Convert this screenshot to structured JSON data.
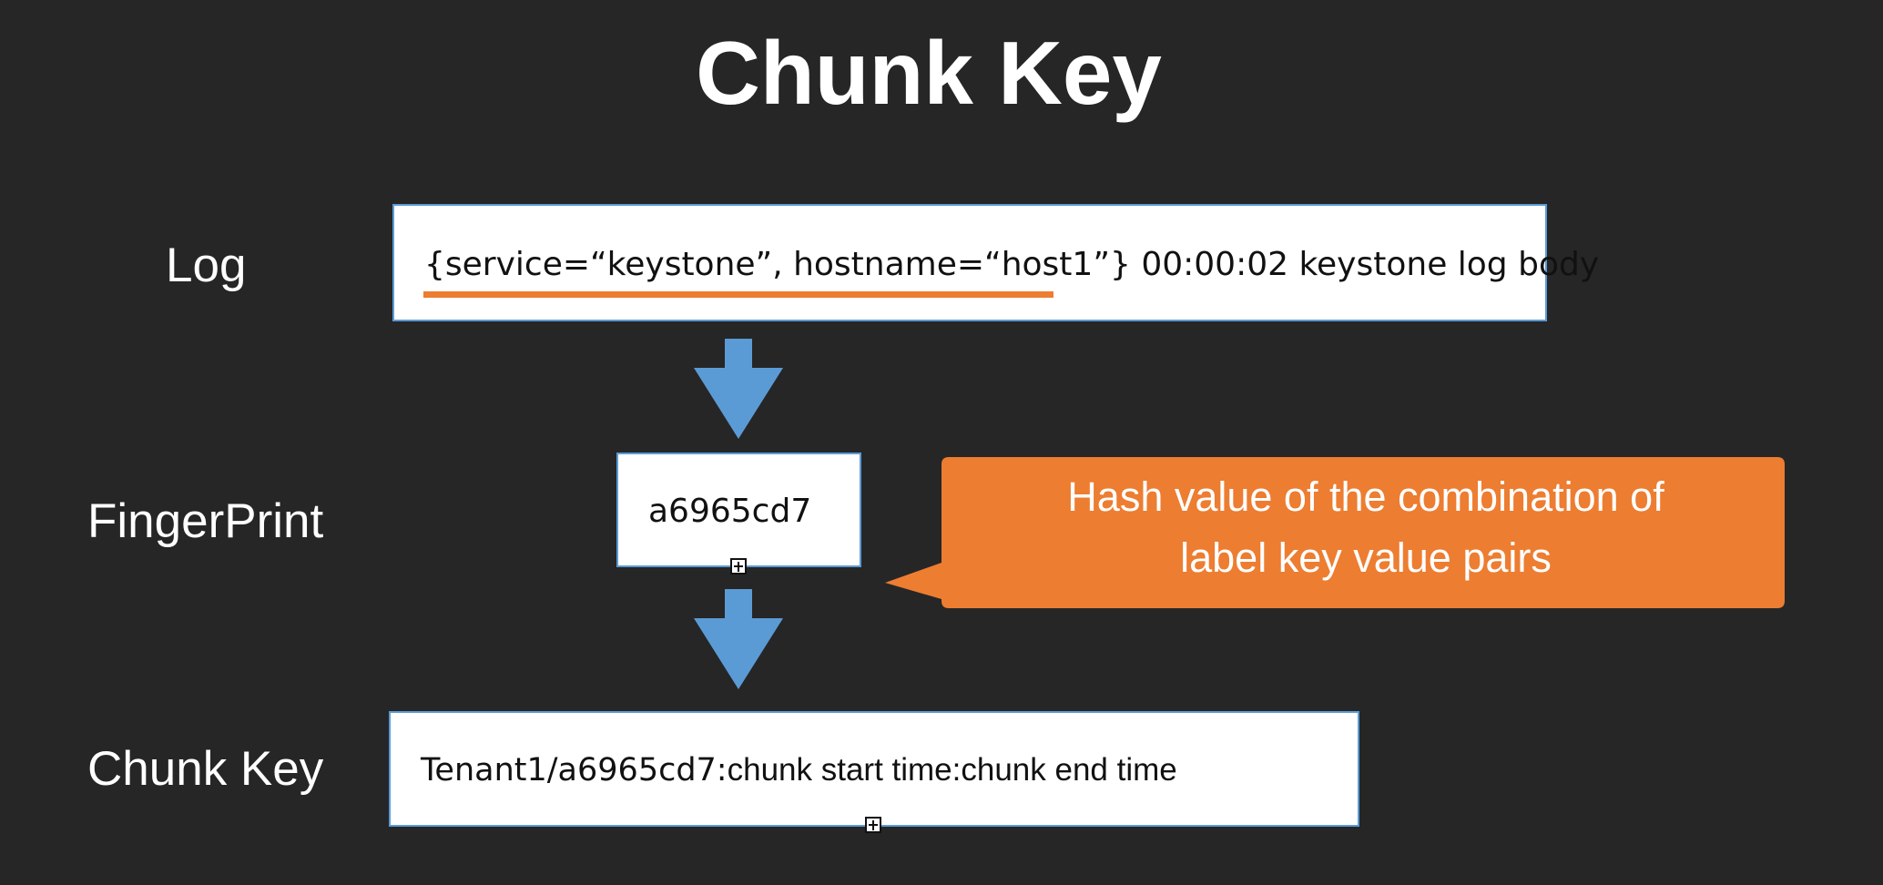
{
  "title": "Chunk Key",
  "labels": {
    "log": "Log",
    "fingerprint": "FingerPrint",
    "chunk_key": "Chunk Key"
  },
  "log_box": {
    "labels_part": "{service=“keystone”, hostname=“host1”}",
    "rest_part": " 00:00:02 keystone log body"
  },
  "fingerprint_box": {
    "value": "a6965cd7"
  },
  "chunk_key_box": {
    "prefix": "Tenant1/a6965cd7:",
    "suffix": "chunk start time:chunk end time"
  },
  "callout": {
    "line1": "Hash value of the combination of",
    "line2": "label key value pairs"
  },
  "colors": {
    "background": "#262626",
    "box_border": "#5b9bd5",
    "arrow": "#5b9bd5",
    "highlight": "#ed7d31",
    "callout": "#ed7d31"
  }
}
